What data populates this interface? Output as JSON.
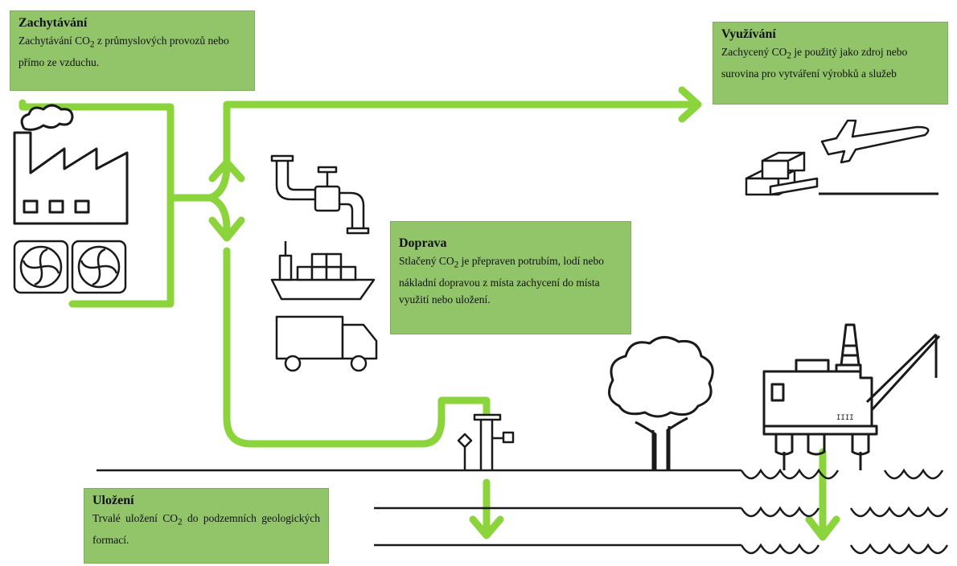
{
  "capture": {
    "title": "Zachytávání",
    "text_before": "Zachytávání CO",
    "sub": "2",
    "text_after": " z průmyslových provozů nebo přímo ze vzduchu."
  },
  "use": {
    "title": "Využívání",
    "text_before": "Zachycený CO",
    "sub": "2",
    "text_after": " je použitý jako zdroj nebo surovina pro vytváření výrobků a služeb"
  },
  "transport": {
    "title": "Doprava",
    "text_before": "Stlačený CO",
    "sub": "2",
    "text_after": " je přepraven potrubím, lodí nebo nákladní dopravou z místa zachycení do místa využití nebo uložení."
  },
  "storage": {
    "title": "Uložení",
    "text_before": "Trvalé uložení CO",
    "sub": "2",
    "text_after": " do podzemních geologických formací."
  },
  "colors": {
    "accent": "#8cd43c",
    "box": "#92c46a",
    "ink": "#1a1a1a"
  },
  "icons": [
    "factory-icon",
    "fan-icon",
    "pipeline-icon",
    "ship-icon",
    "truck-icon",
    "boxes-icon",
    "airplane-icon",
    "tree-icon",
    "injection-well-icon",
    "oil-platform-icon",
    "waves-icon"
  ]
}
